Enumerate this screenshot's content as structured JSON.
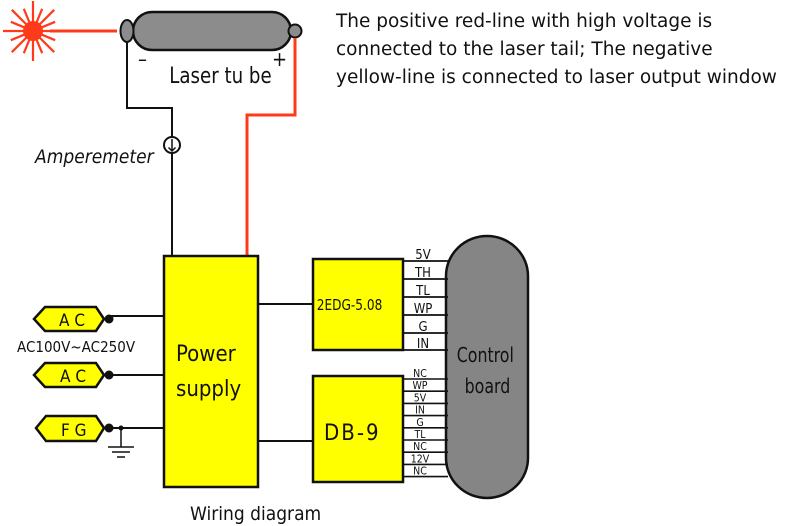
{
  "description": {
    "lines": [
      "The positive red-line with high voltage is",
      "connected to the laser tail; The negative",
      "yellow-line is connected to laser output window"
    ]
  },
  "laser_tube": {
    "label": "Laser tu be",
    "negative_sign": "–",
    "positive_sign": "+"
  },
  "ammeter": {
    "label": "Amperemeter",
    "icon": "arrow-down-in-circle"
  },
  "power_supply": {
    "line1": "Power",
    "line2": "supply"
  },
  "inputs": {
    "ac1": "A C",
    "ac2": "A C",
    "fg": "F G",
    "voltage_range": "AC100V~AC250V"
  },
  "connector_2edg": {
    "label": "2EDG-5.08",
    "pins": [
      "5V",
      "TH",
      "TL",
      "WP",
      "G",
      "IN"
    ]
  },
  "connector_db9": {
    "label": "DB-9",
    "pins": [
      "NC",
      "WP",
      "5V",
      "IN",
      "G",
      "TL",
      "NC",
      "12V",
      "NC"
    ]
  },
  "control_board": {
    "line1": "Control",
    "line2": "board"
  },
  "caption": "Wiring diagram",
  "colors": {
    "high_voltage_wire": "#ff3a1a",
    "module_fill": "#ffff00",
    "tube_fill": "#8c8c8c",
    "board_fill": "#858585",
    "wire": "#111111"
  }
}
